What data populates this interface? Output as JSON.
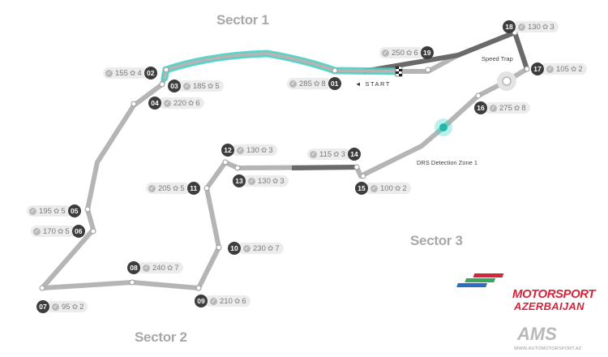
{
  "sectors": {
    "s1": "Sector 1",
    "s2": "Sector 2",
    "s3": "Sector 3"
  },
  "labels": {
    "speed_trap": "Speed Trap",
    "drs_zone": "DRS Detection Zone 1",
    "start": "◄ START"
  },
  "turns": [
    {
      "num": "01",
      "speed": "285",
      "gear": "8"
    },
    {
      "num": "02",
      "speed": "155",
      "gear": "4"
    },
    {
      "num": "03",
      "speed": "185",
      "gear": "5"
    },
    {
      "num": "04",
      "speed": "220",
      "gear": "6"
    },
    {
      "num": "05",
      "speed": "195",
      "gear": "5"
    },
    {
      "num": "06",
      "speed": "170",
      "gear": "5"
    },
    {
      "num": "07",
      "speed": "95",
      "gear": "2"
    },
    {
      "num": "08",
      "speed": "240",
      "gear": "7"
    },
    {
      "num": "09",
      "speed": "210",
      "gear": "6"
    },
    {
      "num": "10",
      "speed": "230",
      "gear": "7"
    },
    {
      "num": "11",
      "speed": "205",
      "gear": "5"
    },
    {
      "num": "12",
      "speed": "130",
      "gear": "3"
    },
    {
      "num": "13",
      "speed": "130",
      "gear": "3"
    },
    {
      "num": "14",
      "speed": "115",
      "gear": "3"
    },
    {
      "num": "15",
      "speed": "100",
      "gear": "2"
    },
    {
      "num": "16",
      "speed": "275",
      "gear": "8"
    },
    {
      "num": "17",
      "speed": "105",
      "gear": "2"
    },
    {
      "num": "18",
      "speed": "130",
      "gear": "3"
    },
    {
      "num": "19",
      "speed": "250",
      "gear": "6"
    }
  ],
  "logo": {
    "line1": "MOTORSPORT",
    "line2": "AZERBAIJAN",
    "mark": "AMS",
    "url": "WWW.AUTOMOTORSPORT.AZ"
  },
  "colors": {
    "track": "#b5b5b5",
    "track_dark": "#6a6a6a",
    "drs": "#3fd3c6",
    "accent": "#d6253a"
  }
}
